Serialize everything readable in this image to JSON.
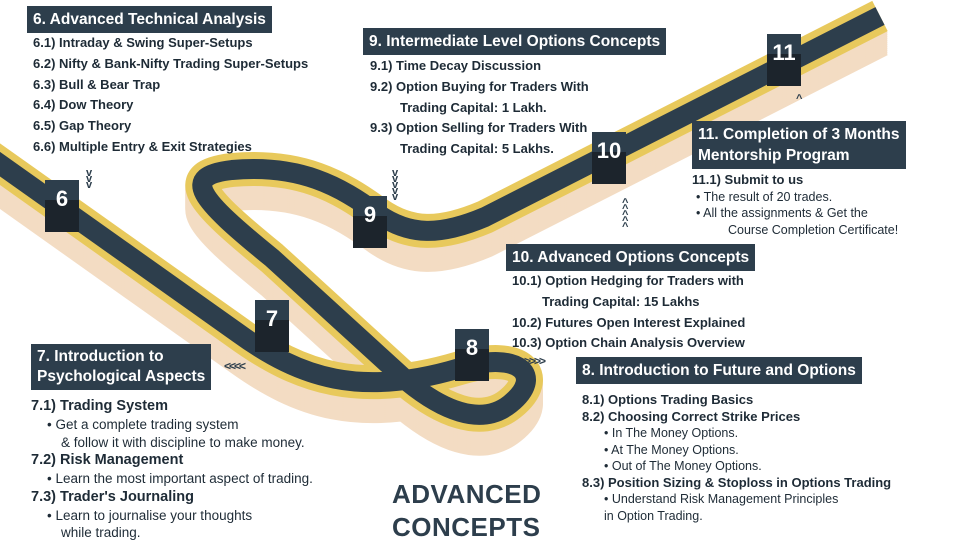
{
  "title_line1": "ADVANCED",
  "title_line2": "CONCEPTS",
  "markers": [
    "6",
    "7",
    "8",
    "9",
    "10",
    "11"
  ],
  "colors": {
    "road_top": "#2d3e4c",
    "road_stripe": "#e8c95c",
    "road_side": "#f3dcc3",
    "block": "#1c242c",
    "header_bg": "#2d3e4c"
  },
  "sec6": {
    "header": "6. Advanced Technical Analysis",
    "items": [
      "6.1) Intraday & Swing Super-Setups",
      "6.2) Nifty & Bank-Nifty Trading Super-Setups",
      "6.3) Bull & Bear Trap",
      "6.4) Dow Theory",
      "6.5) Gap Theory",
      "6.6) Multiple Entry & Exit Strategies"
    ]
  },
  "sec9": {
    "header": "9. Intermediate Level Options Concepts",
    "l1": "9.1) Time Decay Discussion",
    "l2": "9.2) Option Buying for Traders With",
    "l3": "Trading Capital: 1 Lakh.",
    "l4": "9.3) Option Selling for Traders With",
    "l5": "Trading Capital: 5 Lakhs."
  },
  "sec11": {
    "header_l1": "11. Completion of 3 Months",
    "header_l2": "Mentorship Program",
    "l1": "11.1) Submit to us",
    "l2": "• The result of 20 trades.",
    "l3": "• All the assignments & Get the",
    "l4": "Course Completion Certificate!"
  },
  "sec10": {
    "header": "10. Advanced Options Concepts",
    "l1": "10.1) Option Hedging for Traders with",
    "l2": "Trading Capital: 15 Lakhs",
    "l3": "10.2) Futures Open Interest Explained",
    "l4": "10.3) Option Chain Analysis Overview"
  },
  "sec7": {
    "header_l1": "7. Introduction to",
    "header_l2": "Psychological Aspects",
    "l1": "7.1) Trading System",
    "l2": "• Get a complete trading system",
    "l3": "& follow it with discipline to make money.",
    "l4": "7.2) Risk Management",
    "l5": "• Learn the most important aspect of trading.",
    "l6": "7.3) Trader's Journaling",
    "l7": "• Learn to journalise your thoughts",
    "l8": "while trading."
  },
  "sec8": {
    "header": "8. Introduction to Future and Options",
    "l1": "8.1) Options Trading Basics",
    "l2": "8.2) Choosing Correct Strike Prices",
    "l3": "• In The Money Options.",
    "l4": "• At The  Money Options.",
    "l5": "• Out of The Money Options.",
    "l6": "8.3) Position Sizing & Stoploss in Options Trading",
    "l7": "• Understand Risk Management Principles",
    "l8": "in Option Trading."
  },
  "arrows": {
    "down": "v",
    "up": "^",
    "left": "<<<<",
    "right": ">>>>"
  }
}
